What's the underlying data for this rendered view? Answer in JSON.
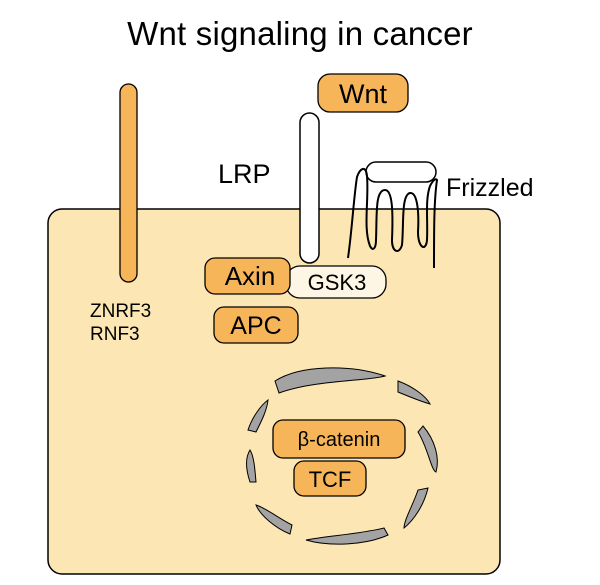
{
  "title": "Wnt signaling in cancer",
  "labels": {
    "wnt": "Wnt",
    "lrp": "LRP",
    "frizzled": "Frizzled",
    "znrf3": "ZNRF3",
    "rnf3": "RNF3",
    "axin": "Axin",
    "gsk3": "GSK3",
    "apc": "APC",
    "beta_catenin": "β-catenin",
    "tcf": "TCF"
  },
  "colors": {
    "cell_fill": "#fbe6b4",
    "protein_fill": "#f7b55a",
    "nucleus_fragment": "#a3a3a3",
    "outline": "#000000"
  }
}
